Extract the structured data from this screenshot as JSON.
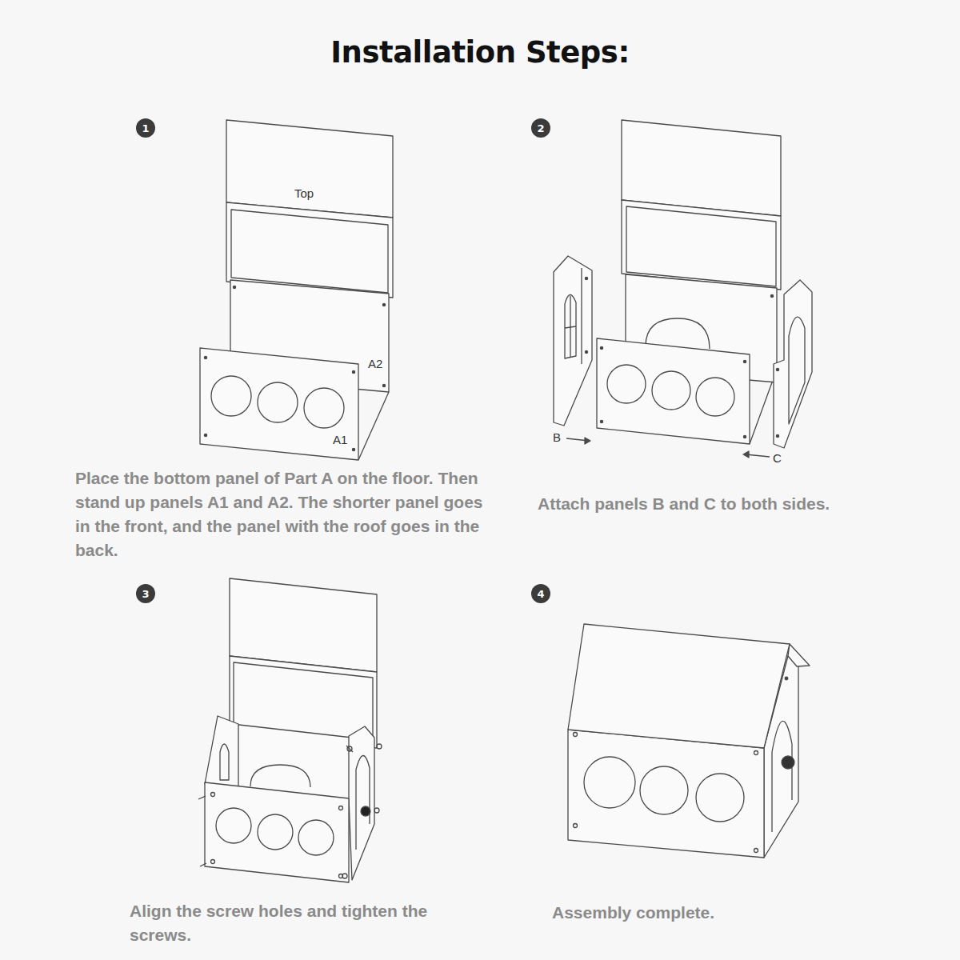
{
  "diagram": {
    "title": "Installation Steps:",
    "nodes": [
      {
        "text": [
          "1"
        ]
      },
      {
        "text": [
          "2"
        ]
      },
      {
        "text": [
          "3"
        ]
      },
      {
        "text": [
          "4"
        ]
      }
    ],
    "labels": [
      "Top",
      "A2",
      "A1",
      "Place the bottom panel of Part A on the floor. Then stand up panels A1 and A2. The shorter panel goes in the front, and the panel with the roof goes in the back.",
      "B",
      "C",
      "Attach panels B and C to both sides.",
      "Align the screw holes and tighten the screws.",
      "Assembly complete."
    ]
  }
}
